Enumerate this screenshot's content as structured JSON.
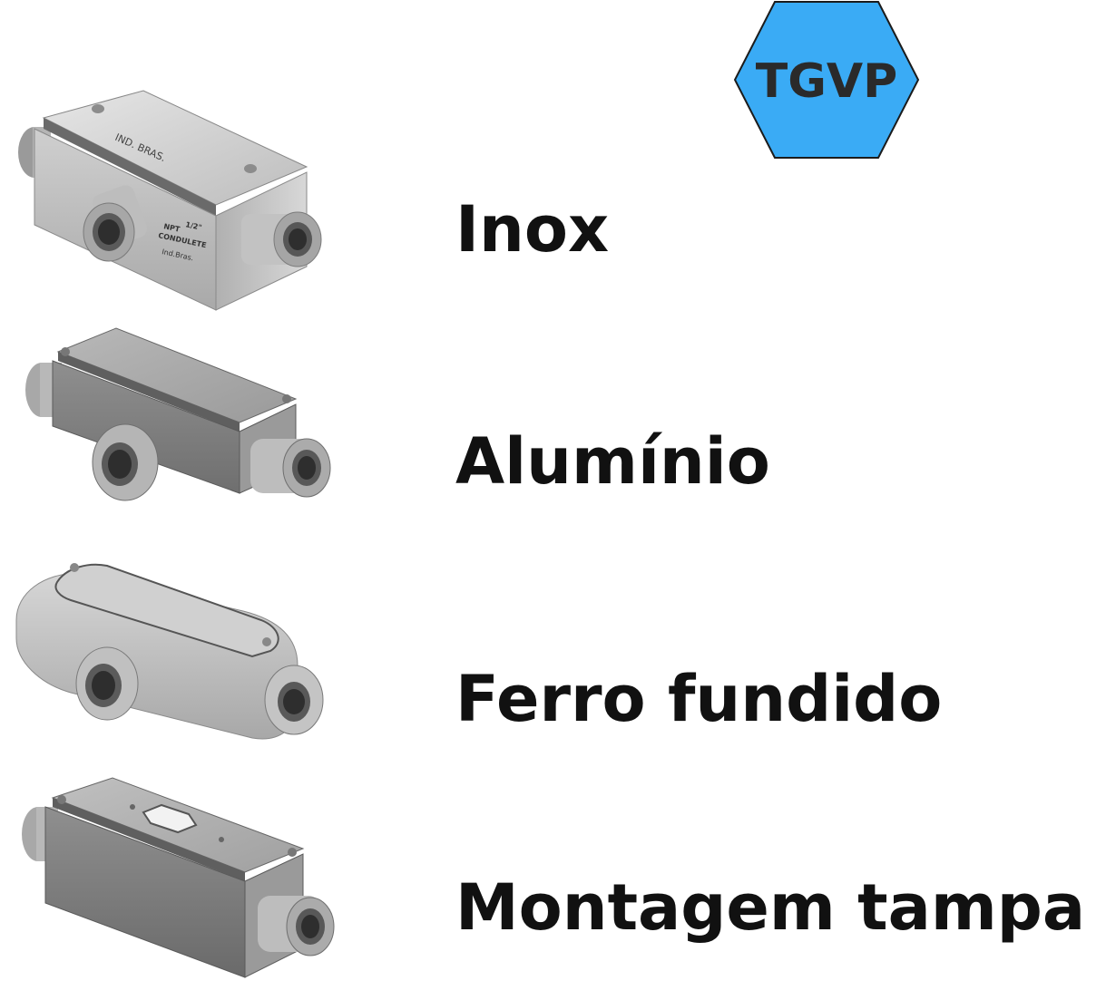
{
  "brand": {
    "logo_text": "TGVP",
    "logo_color": "#3aabf5",
    "logo_text_color": "#2a2a2a"
  },
  "products": [
    {
      "label": "Inox",
      "image_icon": "stainless-conduit-body-icon",
      "engraving": [
        "IND. BRAS.",
        "1/2\"",
        "NPT",
        "CONDULETE",
        "Ind.Bras."
      ]
    },
    {
      "label": "Alumínio",
      "image_icon": "aluminum-conduit-body-icon"
    },
    {
      "label": "Ferro fundido",
      "image_icon": "cast-iron-conduit-body-icon"
    },
    {
      "label": "Montagem tampa",
      "image_icon": "cover-mount-conduit-body-icon"
    }
  ]
}
